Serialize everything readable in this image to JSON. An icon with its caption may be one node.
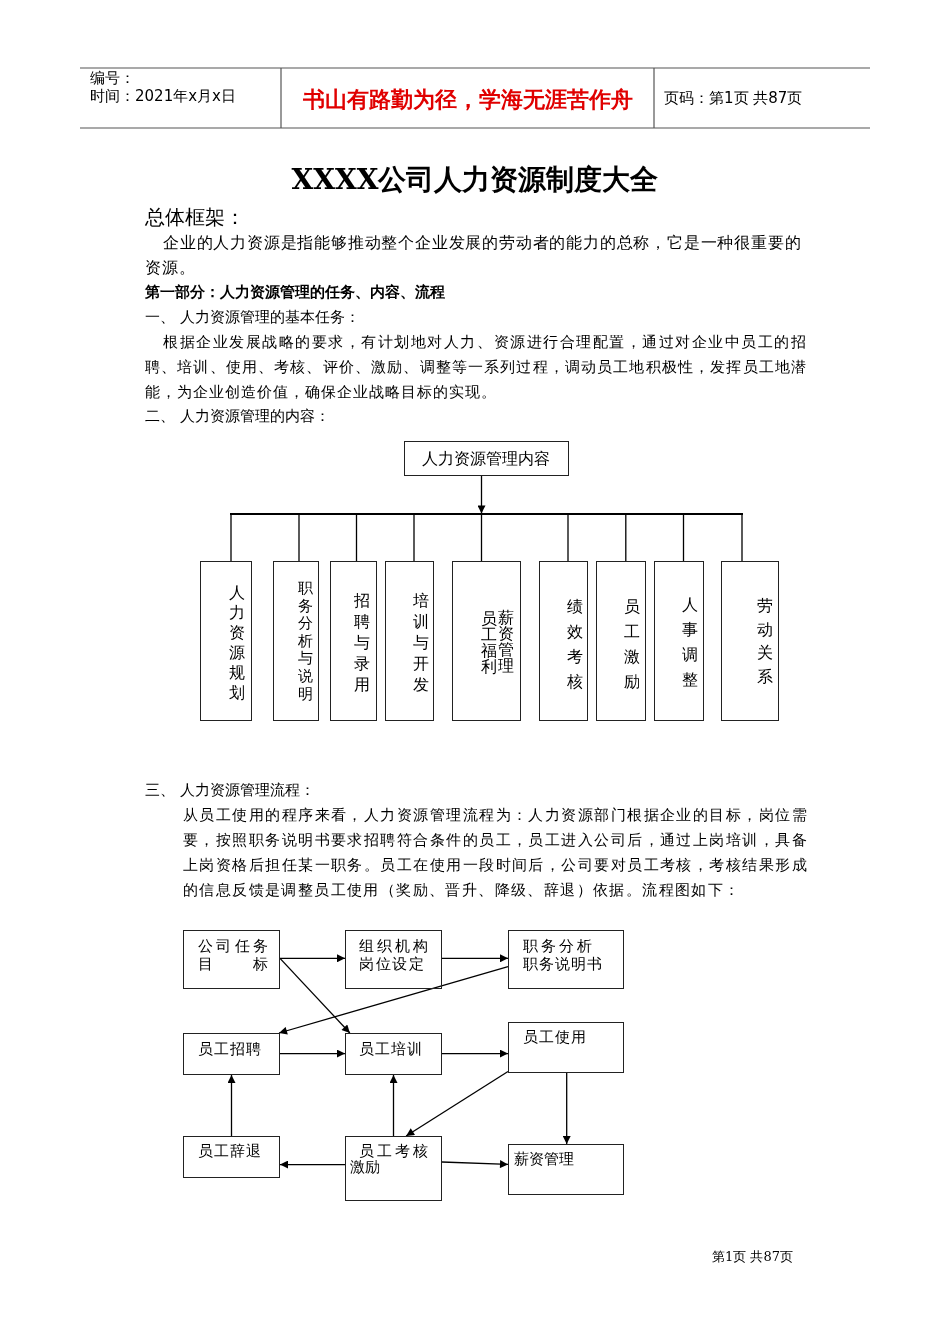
{
  "diagram": {
    "title": "XXXX公司人力资源制度大全",
    "nodes": [
      {
        "text": [
          "人力资源管理内容"
        ]
      },
      {
        "text": [],
        "shape": "bar"
      },
      {
        "text": [
          "人力资源规划"
        ]
      },
      {
        "text": [
          "职务分析与说明"
        ]
      },
      {
        "text": [
          "招聘与录用"
        ]
      },
      {
        "text": [
          "培训与开发"
        ]
      },
      {
        "text": [
          "员工福利",
          "薪资管理"
        ]
      },
      {
        "text": [
          "绩效考核"
        ]
      },
      {
        "text": [
          "员工激励"
        ]
      },
      {
        "text": [
          "人事调整"
        ]
      },
      {
        "text": [
          "劳动关系"
        ]
      },
      {
        "text": [
          "公司任务目标"
        ]
      },
      {
        "text": [
          "组织机构",
          "岗位设定"
        ]
      },
      {
        "text": [
          "职务分析",
          "职务说明书"
        ]
      },
      {
        "text": [
          "员工招聘"
        ]
      },
      {
        "text": [
          "员工培训"
        ]
      },
      {
        "text": [
          "员工使用"
        ]
      },
      {
        "text": [
          "员工辞退"
        ]
      },
      {
        "text": [
          "员工考核",
          "激励"
        ]
      },
      {
        "text": [
          "薪资管理"
        ]
      }
    ],
    "edges": [
      {
        "from": 0,
        "to": 1,
        "arrow": "to"
      },
      {
        "from": 1,
        "to": 2,
        "arrow": "none"
      },
      {
        "from": 1,
        "to": 3,
        "arrow": "none"
      },
      {
        "from": 1,
        "to": 4,
        "arrow": "none"
      },
      {
        "from": 1,
        "to": 5,
        "arrow": "none"
      },
      {
        "from": 1,
        "to": 6,
        "arrow": "none"
      },
      {
        "from": 1,
        "to": 7,
        "arrow": "none"
      },
      {
        "from": 1,
        "to": 8,
        "arrow": "none"
      },
      {
        "from": 1,
        "to": 9,
        "arrow": "none"
      },
      {
        "from": 1,
        "to": 10,
        "arrow": "none"
      },
      {
        "from": 11,
        "to": 12,
        "arrow": "to"
      },
      {
        "from": 12,
        "to": 13,
        "arrow": "to"
      },
      {
        "from": 11,
        "to": 15,
        "arrow": "to"
      },
      {
        "from": 13,
        "to": 14,
        "arrow": "to"
      },
      {
        "from": 14,
        "to": 15,
        "arrow": "to"
      },
      {
        "from": 15,
        "to": 16,
        "arrow": "to"
      },
      {
        "from": 16,
        "to": 18,
        "arrow": "to"
      },
      {
        "from": 16,
        "to": 19,
        "arrow": "to"
      },
      {
        "from": 18,
        "to": 15,
        "arrow": "to"
      },
      {
        "from": 17,
        "to": 14,
        "arrow": "to"
      },
      {
        "from": 18,
        "to": 17,
        "arrow": "to"
      },
      {
        "from": 18,
        "to": 19,
        "arrow": "to"
      }
    ],
    "labels": [
      "编号：",
      "时间：2021年x月x日",
      "书山有路勤为径，学海无涯苦作舟",
      "页码：第1页 共87页",
      "总体框架：",
      "企业的人力资源是指能够推动整个企业发展的劳动者的能力的总称，它是一种很重要的资源。",
      "第一部分：人力资源管理的任务、内容、流程",
      "一、 人力资源管理的基本任务：",
      "根据企业发展战略的要求，有计划地对人力、资源进行合理配置，通过对企业中员工的招聘、培训、使用、考核、评价、激励、调整等一系列过程，调动员工地积极性，发挥员工地潜能，为企业创造价值，确保企业战略目标的实现。",
      "二、 人力资源管理的内容：",
      "三、 人力资源管理流程：",
      "从员工使用的程序来看，人力资源管理流程为：人力资源部门根据企业的目标，岗位需要，按照职务说明书要求招聘符合条件的员工，员工进入公司后，通过上岗培训，具备上岗资格后担任某一职务。员工在使用一段时间后，公司要对员工考核，考核结果形成的信息反馈是调整员工使用（奖励、晋升、降级、辞退）依据。流程图如下：",
      "第1页 共87页"
    ]
  }
}
